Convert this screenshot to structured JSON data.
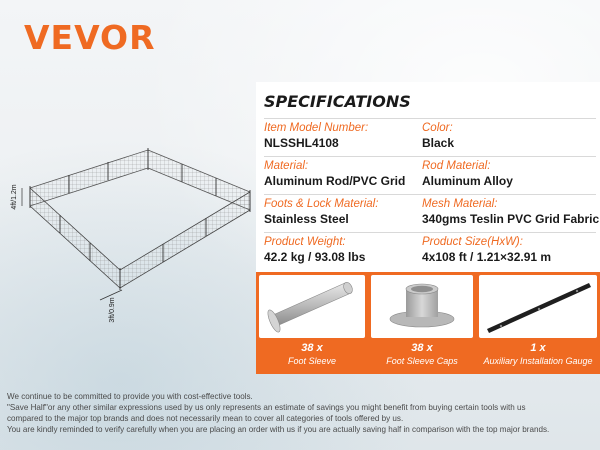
{
  "brand": {
    "logo": "VEVOR",
    "accent": "#ef6a22"
  },
  "illustration": {
    "height_label": "4ft/1.2m",
    "width_label": "3ft/0.9m"
  },
  "specs": {
    "title": "SPECIFICATIONS",
    "rows": [
      [
        {
          "label": "Item Model Number:",
          "value": "NLSSHL4108"
        },
        {
          "label": "Color:",
          "value": "Black"
        }
      ],
      [
        {
          "label": "Material:",
          "value": "Aluminum Rod/PVC Grid"
        },
        {
          "label": "Rod Material:",
          "value": "Aluminum Alloy"
        }
      ],
      [
        {
          "label": "Foots & Lock Material:",
          "value": "Stainless Steel"
        },
        {
          "label": "Mesh Material:",
          "value": "340gms Teslin PVC Grid Fabric"
        }
      ],
      [
        {
          "label": "Product Weight:",
          "value": "42.2 kg / 93.08 lbs"
        },
        {
          "label": "Product Size(HxW):",
          "value": "4x108 ft / 1.21×32.91 m"
        }
      ]
    ]
  },
  "accessories": [
    {
      "qty": "38 x",
      "name": "Foot Sleeve",
      "icon": "foot-sleeve-icon"
    },
    {
      "qty": "38 x",
      "name": "Foot Sleeve Caps",
      "icon": "foot-sleeve-cap-icon"
    },
    {
      "qty": "1 x",
      "name": "Auxiliary Installation Gauge",
      "icon": "installation-gauge-icon"
    }
  ],
  "disclaimer": [
    "We continue to be committed to provide you with cost-effective tools.",
    "\"Save Half\"or any other similar expressions used by us only represents an estimate of savings you might benefit from buying certain tools with us",
    "compared to the major top brands and does not necessarily mean to cover all categories of tools offered by us.",
    "You are kindly reminded to verify carefully when you are placing an order with us if you are actually saving half in comparison with the top major brands."
  ]
}
